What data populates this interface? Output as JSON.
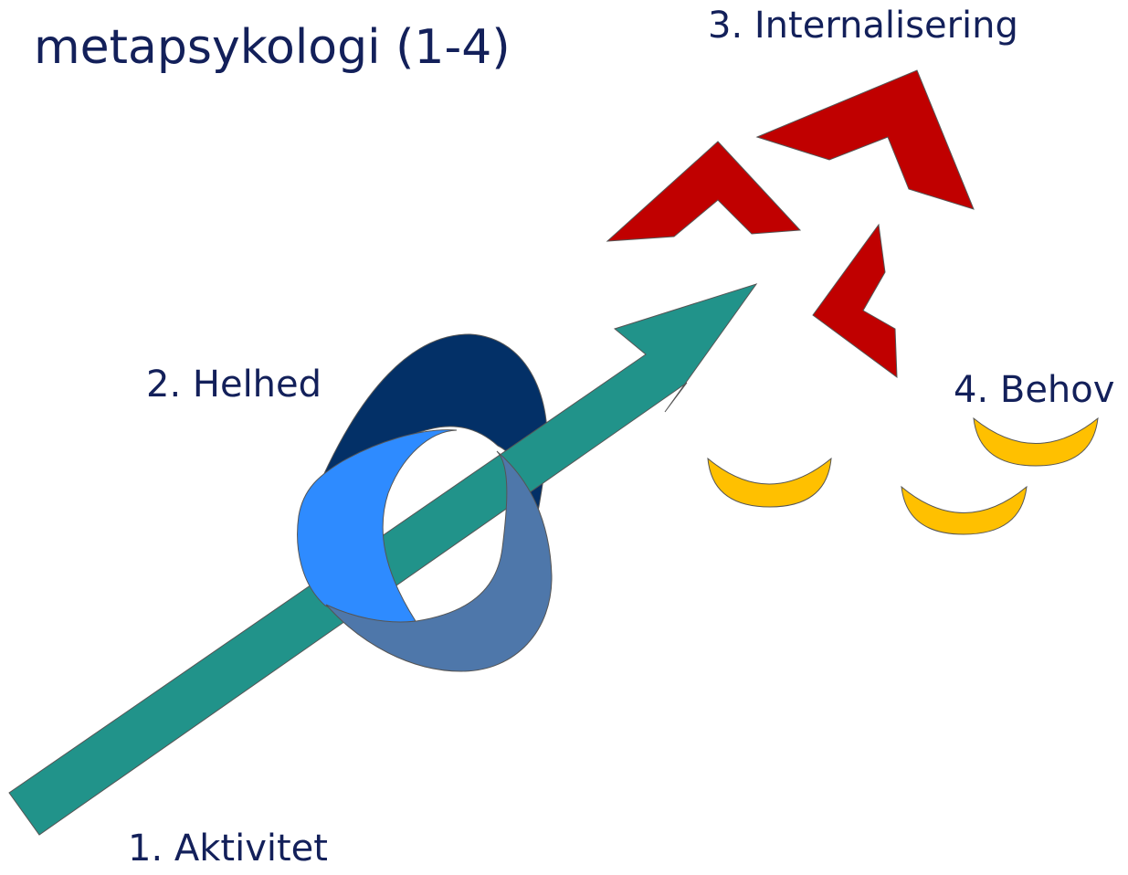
{
  "title": "metapsykologi (1-4)",
  "labels": {
    "aktivitet": "1. Aktivitet",
    "helhed": "2. Helhed",
    "internalisering": "3. Internalisering",
    "behov": "4. Behov"
  },
  "colors": {
    "text": "#13205a",
    "arrow": "#21938a",
    "ring_dark": "#033067",
    "ring_light": "#2e8bff",
    "ring_mid": "#4e77aa",
    "chevrons": "#c00000",
    "crescents": "#ffc000"
  }
}
